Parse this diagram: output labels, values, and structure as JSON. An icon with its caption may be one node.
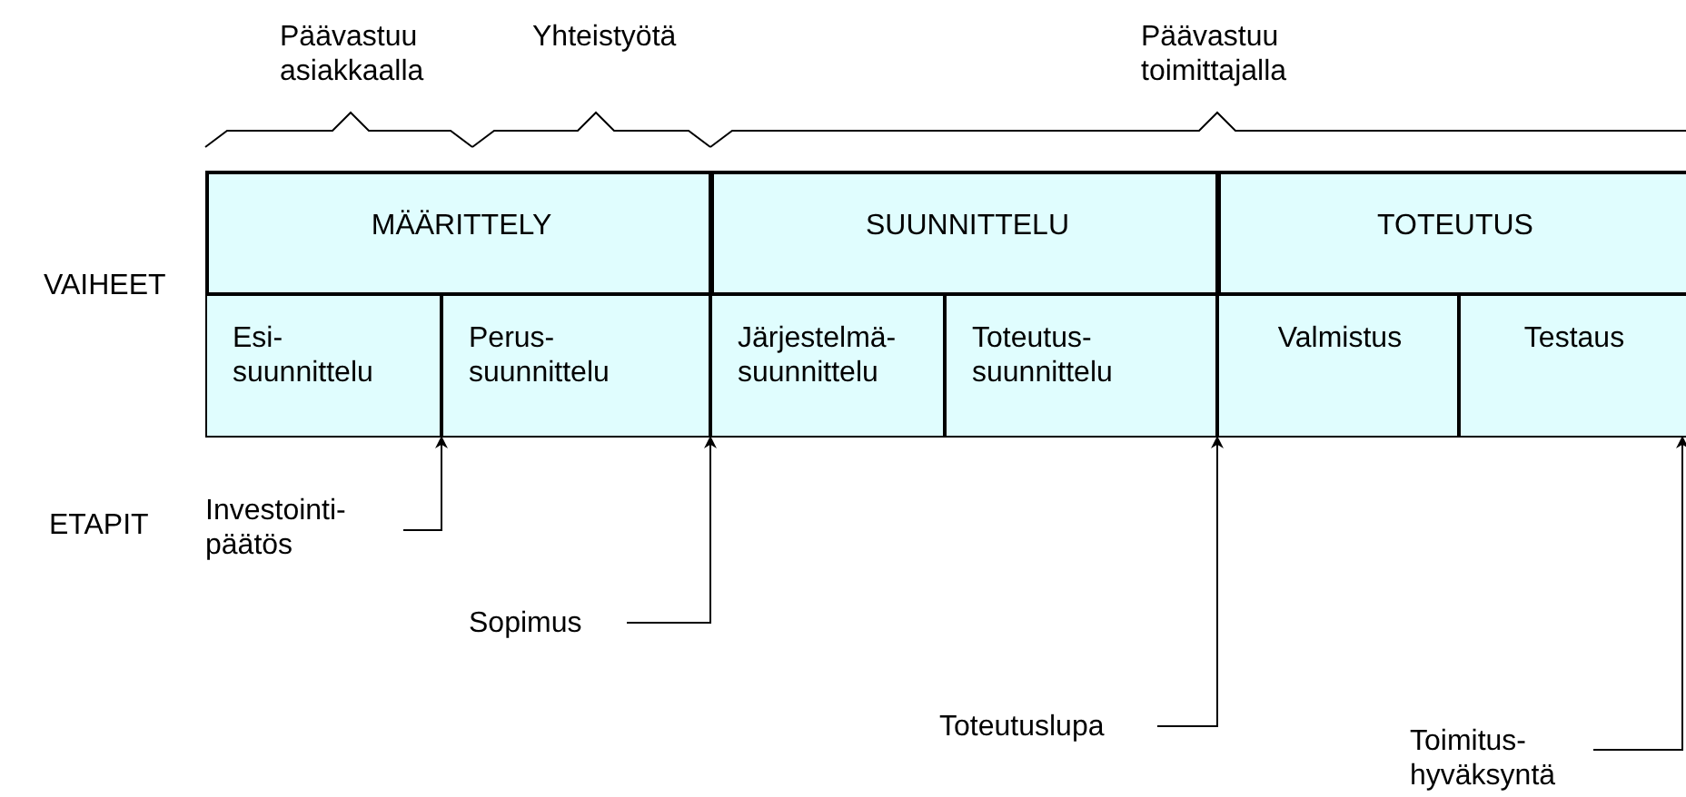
{
  "diagram": {
    "nodes": [
      {
        "text": [
          "MÄÄRITTELY"
        ]
      },
      {
        "text": [
          "SUUNNITTELU"
        ]
      },
      {
        "text": [
          "TOTEUTUS"
        ]
      },
      {
        "text": [
          "Esi- suunnittelu"
        ]
      },
      {
        "text": [
          "Perus- suunnittelu"
        ]
      },
      {
        "text": [
          "Järjestelmä- suunnittelu"
        ]
      },
      {
        "text": [
          "Toteutus- suunnittelu"
        ]
      },
      {
        "text": [
          "Valmistus"
        ]
      },
      {
        "text": [
          "Testaus"
        ]
      },
      {
        "text": [
          "Investointi- päätös"
        ]
      },
      {
        "text": [
          "Sopimus"
        ]
      },
      {
        "text": [
          "Toteutuslupa"
        ]
      },
      {
        "text": [
          "Toimitus- hyväksyntä"
        ]
      }
    ],
    "edges": [
      {
        "from": 9,
        "to": 4,
        "arrow": "to"
      },
      {
        "from": 10,
        "to": 5,
        "arrow": "to"
      },
      {
        "from": 11,
        "to": 7,
        "arrow": "to"
      },
      {
        "from": 12,
        "to": 8,
        "arrow": "to"
      }
    ],
    "labels": [
      "Päävastuu asiakkaalla",
      "Yhteistyötä",
      "Päävastuu toimittajalla",
      "VAIHEET",
      "ETAPIT"
    ]
  }
}
